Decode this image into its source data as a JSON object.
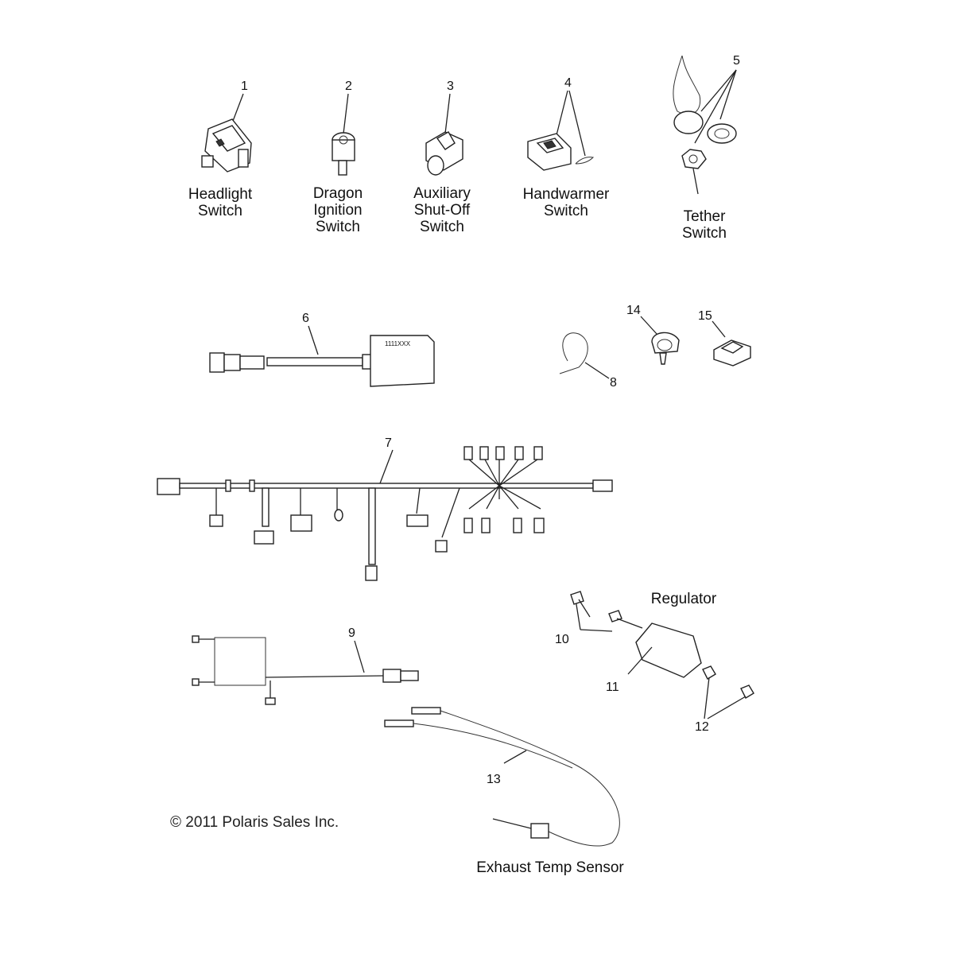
{
  "diagram": {
    "copyright": "© 2011 Polaris Sales Inc.",
    "parts": [
      {
        "number": "1",
        "name": "Headlight\nSwitch"
      },
      {
        "number": "2",
        "name": "Dragon\nIgnition\nSwitch"
      },
      {
        "number": "3",
        "name": "Auxiliary\nShut-Off\nSwitch"
      },
      {
        "number": "4",
        "name": "Handwarmer\nSwitch"
      },
      {
        "number": "5",
        "name": "Tether\nSwitch"
      },
      {
        "number": "6",
        "name": ""
      },
      {
        "number": "7",
        "name": ""
      },
      {
        "number": "8",
        "name": ""
      },
      {
        "number": "9",
        "name": ""
      },
      {
        "number": "10",
        "name": ""
      },
      {
        "number": "11",
        "name": ""
      },
      {
        "number": "12",
        "name": ""
      },
      {
        "number": "13",
        "name": ""
      },
      {
        "number": "14",
        "name": ""
      },
      {
        "number": "15",
        "name": ""
      }
    ],
    "group_labels": {
      "regulator": "Regulator",
      "exhaust": "Exhaust Temp Sensor"
    },
    "module_marking": "1111XXX"
  }
}
